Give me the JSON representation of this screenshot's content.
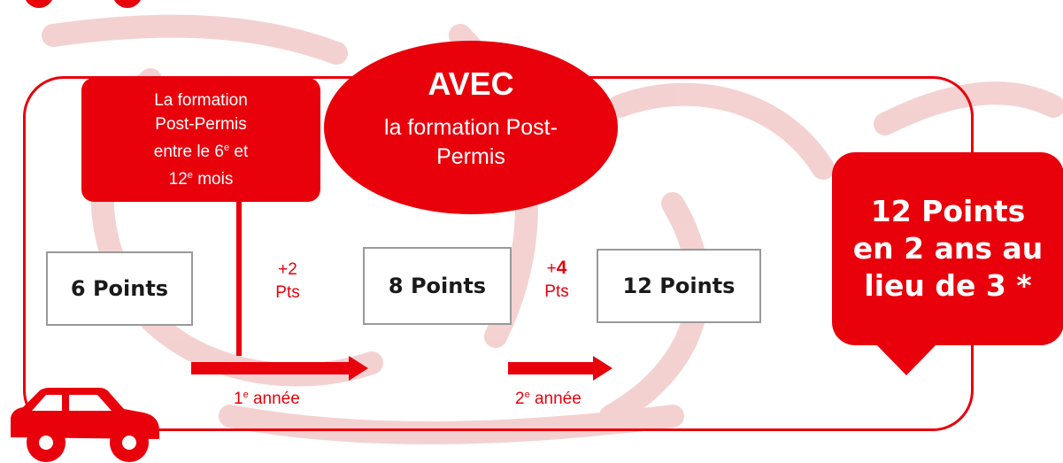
{
  "formation_box": {
    "line1": "La formation",
    "line2": "Post-Permis",
    "line3_pre": "entre le 6",
    "line3_sup": "e",
    "line3_post": " et",
    "line4_pre": "12",
    "line4_sup": "e",
    "line4_post": " mois"
  },
  "ellipse": {
    "title": "AVEC",
    "line1": "la formation Post-",
    "line2": "Permis"
  },
  "points": [
    "6 Points",
    "8 Points",
    "12 Points"
  ],
  "gain1": {
    "value": "+2",
    "unit": "Pts"
  },
  "gain2": {
    "plus": "+",
    "value": "4",
    "unit": "Pts"
  },
  "year1": {
    "num": "1",
    "sup": "e",
    "label": " année"
  },
  "year2": {
    "num": "2",
    "sup": "e",
    "label": " année"
  },
  "result": {
    "line1": "12 Points",
    "line2": "en 2 ans au",
    "line3": "lieu de 3 *"
  },
  "colors": {
    "accent": "#e8000b",
    "box_border": "#999999",
    "watermark": "#f2c9c9"
  },
  "icons": [
    "car-icon",
    "car-icon-top"
  ]
}
